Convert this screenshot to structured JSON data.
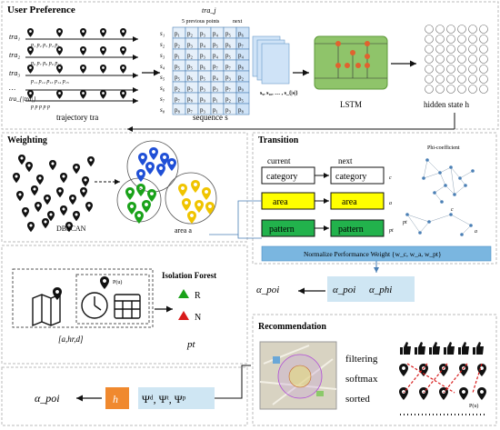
{
  "colors": {
    "lstm_green": "#8fc46a",
    "area_yellow": "#ffff00",
    "pattern_green": "#22b24c",
    "panel_blue": "#cfe6f3",
    "normalize_bar": "#7ab6e0",
    "h_orange": "#f0892e",
    "dbscan_blue": "#1f4fd6",
    "dbscan_green": "#1aa21a",
    "dbscan_yellow": "#f0c400"
  },
  "user_pref": {
    "title": "User Preference",
    "tra_labels": [
      "tra₁",
      "tra₂",
      "tra₃",
      "…",
      "tra_{|tra|}"
    ],
    "p_labels": [
      "p₁ p₂ p₃ p₄ p₅",
      "p₆ p₇ p₈ p₉ p₁₀",
      "p₁₁ p₁₂ p₁₃ p₁₄ p₁₅",
      "",
      "p p p p p"
    ],
    "caption": "trajectory tra",
    "matrix_title": "tra_j",
    "matrix_sub": "5 previous points",
    "matrix_next": "next",
    "seq_caption": "sequence s",
    "seq_dots": "s₉, s₁₀, … , s_{|s|}",
    "lstm_label": "LSTM",
    "hidden_label": "hidden state h"
  },
  "matrix": {
    "rows": [
      "s₁",
      "s₂",
      "s₃",
      "s₄",
      "s₅",
      "s₆",
      "s₇",
      "s₈"
    ],
    "cells": [
      [
        "p₁",
        "p₂",
        "p₃",
        "p₄",
        "p₅",
        "p₆"
      ],
      [
        "p₂",
        "p₃",
        "p₄",
        "p₅",
        "p₆",
        "p₇"
      ],
      [
        "p₁",
        "p₂",
        "p₃",
        "p₄",
        "p₅",
        "p₄"
      ],
      [
        "p₅",
        "p₅",
        "p₆",
        "p₇",
        "p₇",
        "p₈"
      ],
      [
        "p₅",
        "p₆",
        "p₅",
        "p₄",
        "p₃",
        "p₂"
      ],
      [
        "p₂",
        "p₃",
        "p₃",
        "p₃",
        "p₇",
        "p₉"
      ],
      [
        "p₇",
        "p₈",
        "p₉",
        "p₁",
        "p₂",
        "p₅"
      ],
      [
        "p₈",
        "p₇",
        "p₃",
        "p₁",
        "p₃",
        "p₈"
      ]
    ]
  },
  "weighting": {
    "title": "Weighting",
    "dbscan": "DBSCAN",
    "area_caption": "area a"
  },
  "transition": {
    "title": "Transition",
    "current": "current",
    "next": "next",
    "rows": [
      {
        "left": "category",
        "right": "category",
        "tag": "c"
      },
      {
        "left": "area",
        "right": "area",
        "tag": "a"
      },
      {
        "left": "pattern",
        "right": "pattern",
        "tag": "pt"
      }
    ],
    "phi_title": "Phi-coefficient",
    "phi_c": "c",
    "phi_pt": "pt",
    "phi_a": "a",
    "normalize": "Normalize Performance Weight {w_c, w_a, w_pt}"
  },
  "isolation": {
    "title": "Isolation Forest",
    "r": "R",
    "n": "N",
    "pu": "P(u)",
    "bracket": "[a,hr,d]",
    "pt": "pt"
  },
  "alpha": {
    "single": "α_poi",
    "pair_a": "α_poi",
    "pair_b": "α_phi"
  },
  "bottom": {
    "alpha": "α_poi",
    "h": "h",
    "psi": "Ψᵈ, Ψᵗ, Ψᵖ"
  },
  "recommendation": {
    "title": "Recommendation",
    "filtering": "filtering",
    "softmax": "softmax",
    "sorted": "sorted",
    "pu": "P(u)"
  }
}
